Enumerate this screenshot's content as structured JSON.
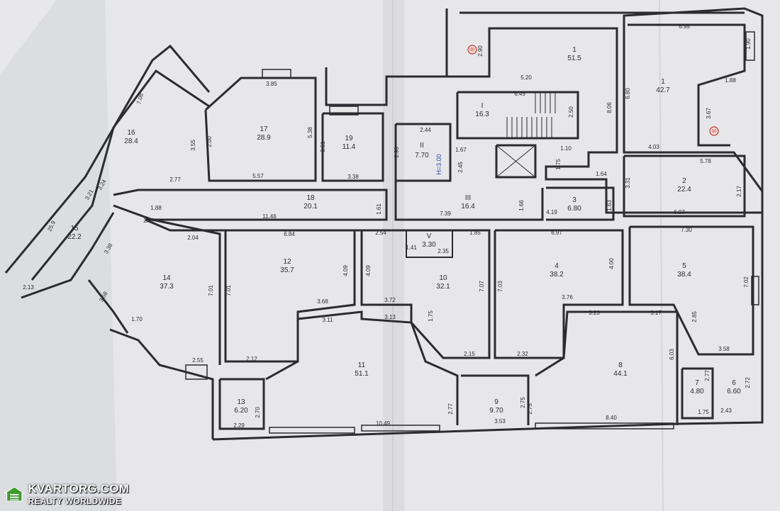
{
  "plan": {
    "room_numbers": [
      "1",
      "1",
      "2",
      "3",
      "4",
      "5",
      "6",
      "7",
      "8",
      "9",
      "10",
      "11",
      "12",
      "13",
      "14",
      "15",
      "16",
      "17",
      "18",
      "19",
      "I",
      "II",
      "III",
      "V"
    ],
    "room_areas": [
      "51.5",
      "42.7",
      "22.4",
      "6.80",
      "38.2",
      "38.4",
      "6.60",
      "4.80",
      "44.1",
      "9.70",
      "32.1",
      "51.1",
      "35.7",
      "6.20",
      "37.3",
      "22.2",
      "28.4",
      "28.9",
      "20.1",
      "11.4",
      "16.3",
      "7.70",
      "16.4",
      "3.30"
    ],
    "dims_top": [
      "2.90",
      "5.20",
      "6.95",
      "1.90",
      "1.88",
      "3.85",
      "2.44",
      "6.45",
      "8.06",
      "6.80",
      "3.67",
      "2.50",
      "1.67",
      "1.10",
      "1.75",
      "1.64",
      "4.03",
      "5.78"
    ],
    "dims_mid": [
      "7.08",
      "3.55",
      "2.00",
      "5.38",
      "3.51",
      "5.57",
      "3.38",
      "2.90",
      "2.45",
      "2.77",
      "3.31",
      "2.17",
      "1.88",
      "11.46",
      "1.61",
      "7.39",
      "1.66",
      "4.19",
      "1.63",
      "6.97",
      "3.24",
      "3.21",
      "2.02",
      "2.04",
      "6.84",
      "2.54",
      "1.85",
      "6.97",
      "7.30",
      "1.41",
      "2.35"
    ],
    "dims_low": [
      "4.09",
      "4.09",
      "4.00",
      "7.02",
      "7.01",
      "7.01",
      "7.07",
      "7.03",
      "3.68",
      "3.72",
      "3.76",
      "3.23",
      "3.17",
      "3.11",
      "3.13",
      "1.75",
      "2.85",
      "1.70",
      "2.13",
      "2.55",
      "2.12",
      "2.15",
      "2.32",
      "6.03",
      "3.58",
      "2.77",
      "2.72",
      "2.70",
      "2.77",
      "2.75",
      "2.75",
      "1.75",
      "2.43",
      "2.29",
      "10.49",
      "3.53",
      "8.40",
      "25.9",
      "3.58",
      "3.38"
    ],
    "stair_height_label": "H=3.00",
    "marker_labels": [
      "30",
      "30"
    ]
  },
  "watermark": {
    "brand": "KVARTORG.COM",
    "tagline": "REALTY WORLDWIDE"
  },
  "colors": {
    "paper_light": "#e9e9ec",
    "paper_shadow": "#c9cace",
    "ink": "#2b2b30",
    "blue_label": "#2f4fa0",
    "marker_red": "#c0392b",
    "watermark_green": "#3f9a2e"
  }
}
